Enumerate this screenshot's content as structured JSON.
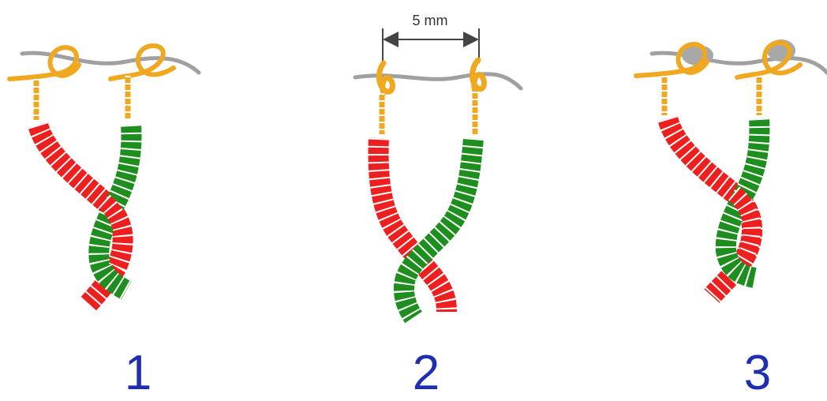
{
  "panels": [
    {
      "number": "1"
    },
    {
      "number": "2"
    },
    {
      "number": "3"
    }
  ],
  "measurement": {
    "label": "5 mm"
  },
  "colors": {
    "fiber": "#a0a0a0",
    "fiber_blob": "#a8a8a8",
    "loop": "#f0a820",
    "strand_red": "#ee1f1f",
    "strand_green": "#1e8f1e",
    "stripe": "#ffffff",
    "number": "#1f2db0",
    "dimension_line": "#444444"
  }
}
